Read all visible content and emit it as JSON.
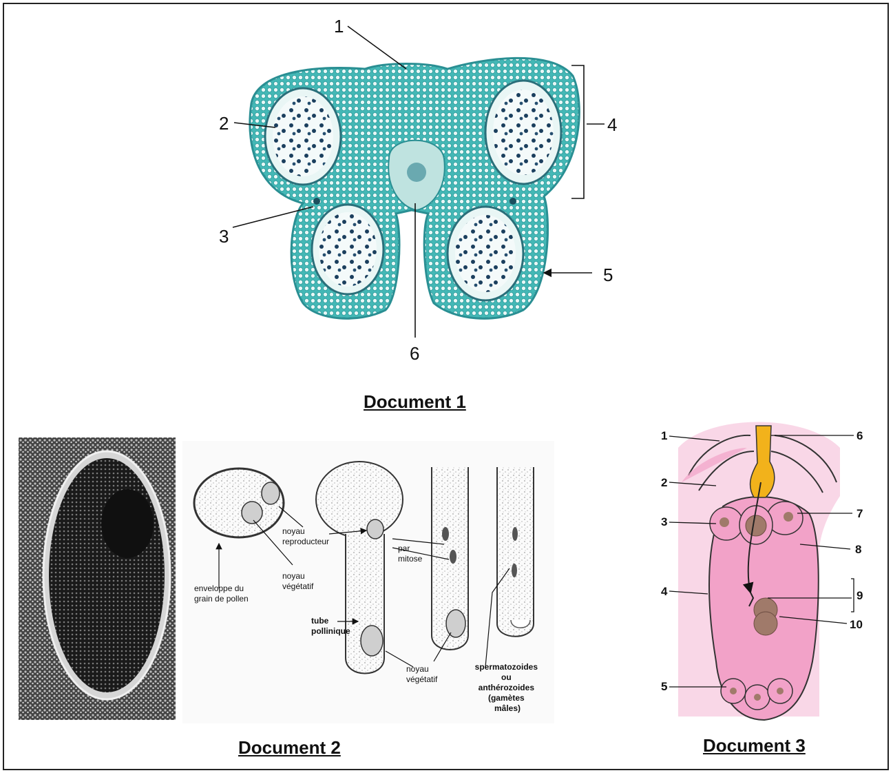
{
  "doc1": {
    "title": "Document 1",
    "labels": [
      "1",
      "2",
      "3",
      "4",
      "5",
      "6"
    ],
    "colors": {
      "tissue": "#3fb3b3",
      "tissue_dark": "#2a8f93",
      "sac": "#f4fafa",
      "grain": "#1b3f5e"
    }
  },
  "doc2": {
    "title": "Document 2",
    "labels": {
      "noyau_reproducteur": [
        "noyau",
        "reproducteur"
      ],
      "enveloppe": [
        "enveloppe du",
        "grain de pollen"
      ],
      "noyau_vegetatif_1": [
        "noyau",
        "végétatif"
      ],
      "par_mitose": [
        "par",
        "mitose"
      ],
      "tube_pollinique": [
        "tube",
        "pollinique"
      ],
      "noyau_vegetatif_2": [
        "noyau",
        "végétatif"
      ],
      "spermatozoides": [
        "spermatozoides",
        "ou",
        "anthérozoides",
        "(gamètes",
        "mâles)"
      ]
    }
  },
  "doc3": {
    "title": "Document 3",
    "labels": [
      "1",
      "2",
      "3",
      "4",
      "5",
      "6",
      "7",
      "8",
      "9",
      "10"
    ],
    "colors": {
      "pink": "#f2a2c8",
      "pink_dark": "#e58ab6",
      "tube": "#f2b21b",
      "nucleus": "#a07a6a"
    }
  }
}
